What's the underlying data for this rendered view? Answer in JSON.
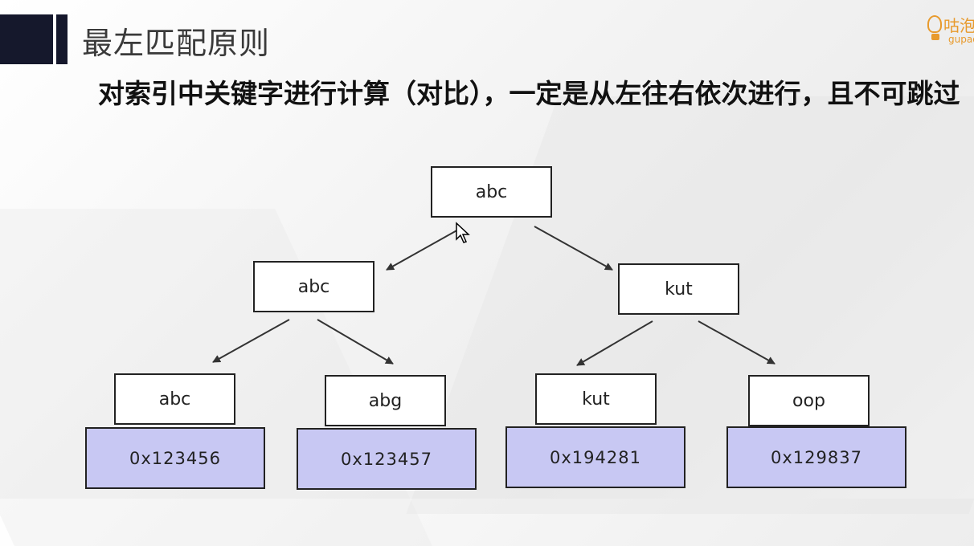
{
  "slide": {
    "title": "最左匹配原则",
    "body_text": "对索引中关键字进行计算（对比），一定是从左往右依次进行，且不可跳过"
  },
  "logo": {
    "cn_text": "咕泡",
    "en_text": "gupao"
  },
  "tree": {
    "root": "abc",
    "level2": [
      "abc",
      "kut"
    ],
    "leaves": [
      {
        "key": "abc",
        "address": "0x123456"
      },
      {
        "key": "abg",
        "address": "0x123457"
      },
      {
        "key": "kut",
        "address": "0x194281"
      },
      {
        "key": "oop",
        "address": "0x129837"
      }
    ]
  },
  "colors": {
    "title_bar": "#15182c",
    "leaf_fill": "#c8c8f3",
    "logo": "#e89a2c"
  }
}
